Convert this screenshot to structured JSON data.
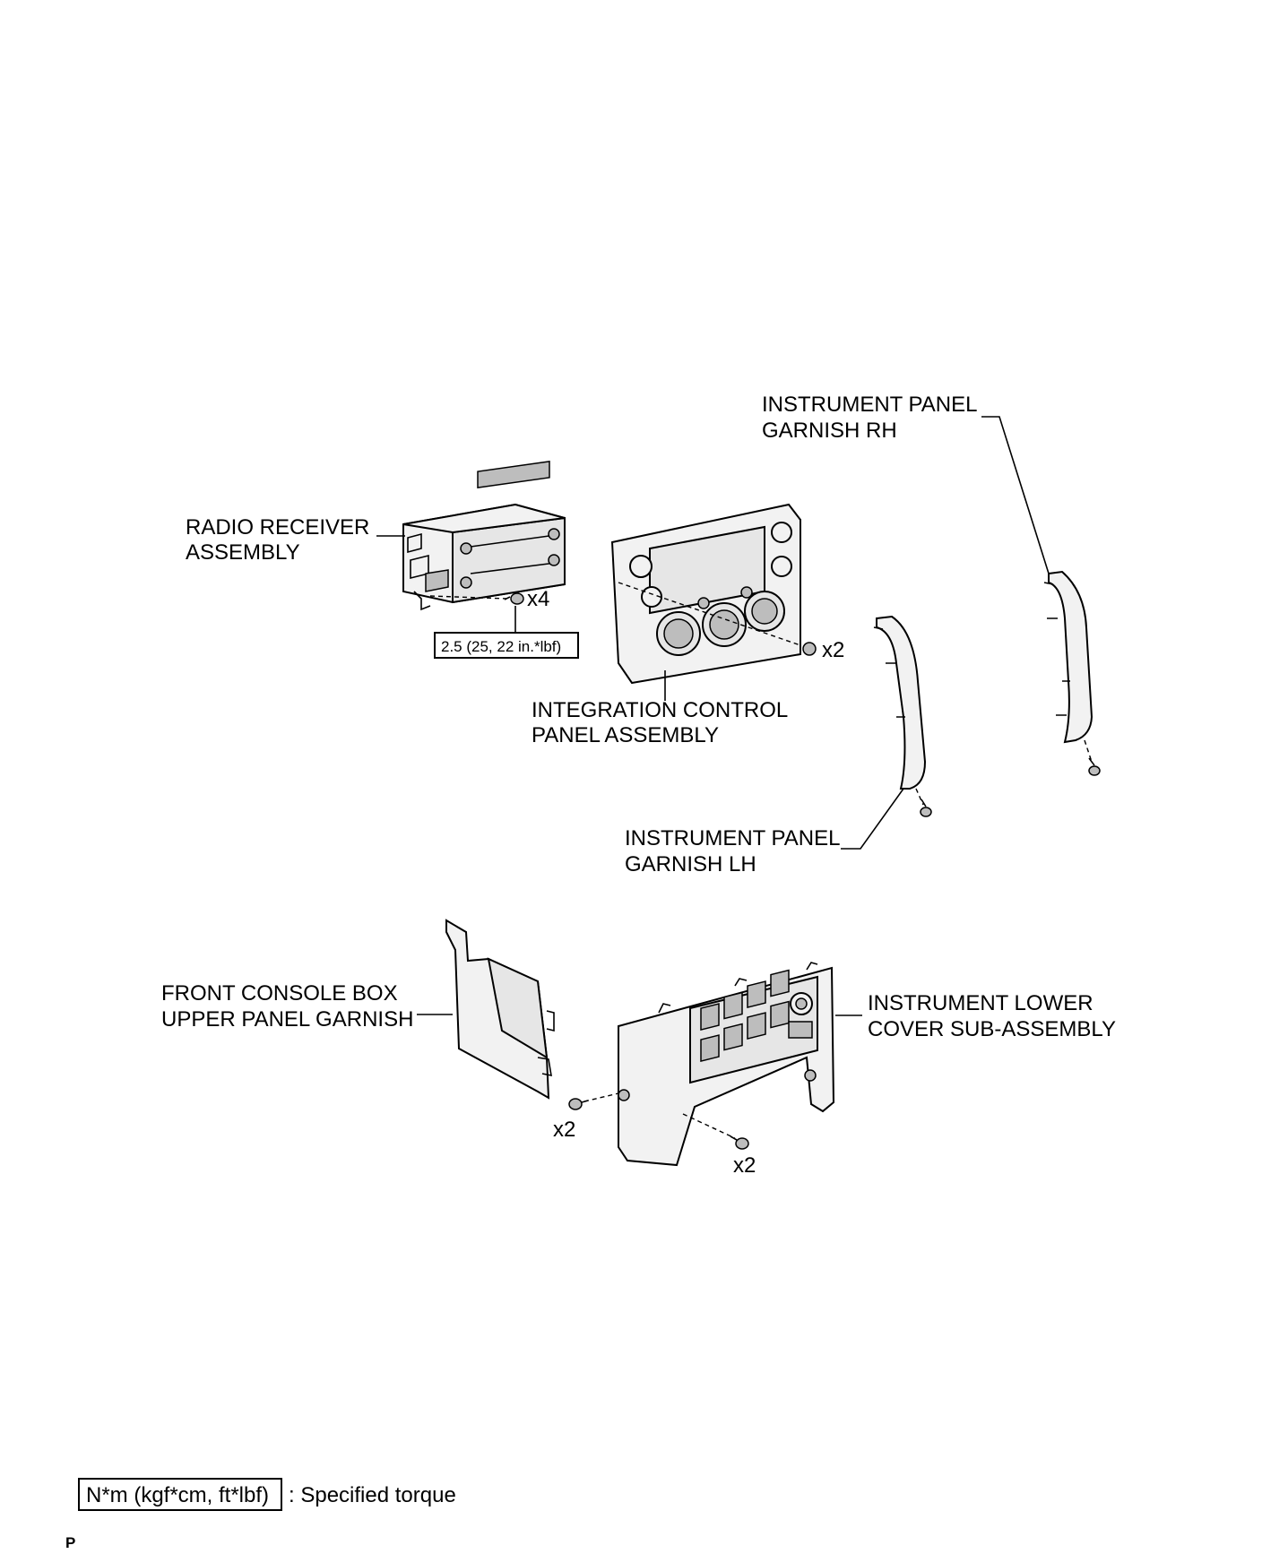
{
  "labels": {
    "radio_receiver": [
      "RADIO RECEIVER",
      "ASSEMBLY"
    ],
    "integration_control": [
      "INTEGRATION CONTROL",
      "PANEL ASSEMBLY"
    ],
    "garnish_rh": [
      "INSTRUMENT PANEL",
      "GARNISH RH"
    ],
    "garnish_lh": [
      "INSTRUMENT PANEL",
      "GARNISH LH"
    ],
    "console_box": [
      "FRONT CONSOLE BOX",
      "UPPER PANEL GARNISH"
    ],
    "lower_cover": [
      "INSTRUMENT LOWER",
      "COVER SUB-ASSEMBLY"
    ]
  },
  "quantities": {
    "radio_screws": "x4",
    "integration_screws": "x2",
    "lower_left_screws": "x2",
    "lower_right_screws": "x2"
  },
  "torque": {
    "radio_value": "2.5 (25, 22 in.*lbf)"
  },
  "legend": {
    "unit_box": "N*m (kgf*cm, ft*lbf)",
    "description": ": Specified torque"
  },
  "footer_mark": "P"
}
